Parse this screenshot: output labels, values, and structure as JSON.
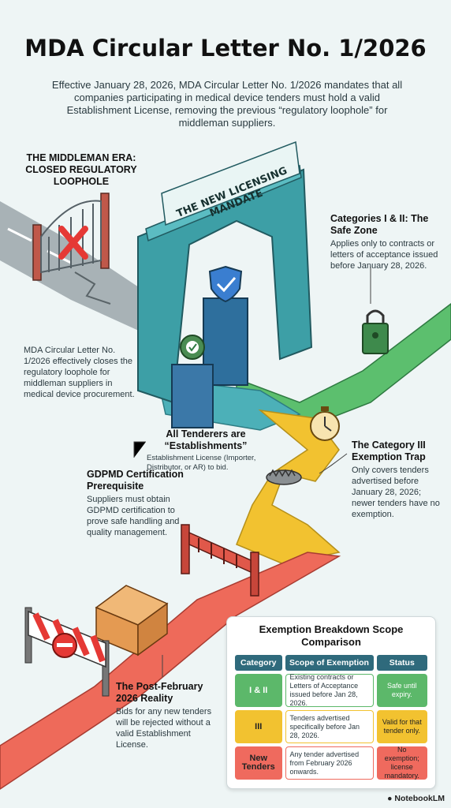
{
  "title": "MDA Circular Letter No. 1/2026",
  "intro": "Effective January 28, 2026, MDA Circular Letter No. 1/2026 mandates that all companies participating in medical device tenders must hold a valid Establishment License, removing the previous “regulatory loophole” for middleman suppliers.",
  "mandate_banner": "THE NEW LICENSING MANDATE",
  "callouts": {
    "middleman_title": "THE MIDDLEMAN ERA: CLOSED REGULATORY LOOPHOLE",
    "middleman_body": "MDA Circular Letter No. 1/2026 effectively closes the regulatory loophole for middleman suppliers in medical device procurement.",
    "safe_title": "Categories I & II: The Safe Zone",
    "safe_body": "Applies only to contracts or letters of acceptance issued before January 28, 2026.",
    "establishments_title": "All Tenderers are “Establishments”",
    "establishments_body": "Establishment License (Importer, Distributor, or AR) to bid.",
    "gdpmd_title": "GDPMD Certification Prerequisite",
    "gdpmd_body": "Suppliers must obtain GDPMD certification to prove safe handling and quality management.",
    "trap_title": "The Category III Exemption Trap",
    "trap_body": "Only covers tenders advertised before January 28, 2026; newer tenders have no exemption.",
    "reality_title": "The Post-February 2026 Reality",
    "reality_body": "Bids for any new tenders will be rejected without a valid Establishment License."
  },
  "table": {
    "title": "Exemption Breakdown Scope Comparison",
    "headers": [
      "Category",
      "Scope of Exemption",
      "Status"
    ],
    "rows": [
      {
        "category": "I & II",
        "scope": "Existing contracts or Letters of Acceptance issued before Jan 28, 2026.",
        "status": "Safe until expiry.",
        "color": "#5cb86a"
      },
      {
        "category": "III",
        "scope": "Tenders advertised specifically before Jan 28, 2026.",
        "status": "Valid for that tender only.",
        "color": "#f2c230"
      },
      {
        "category": "New Tenders",
        "scope": "Any tender advertised from February 2026 onwards.",
        "status": "No exemption; license mandatory.",
        "color": "#ef6a5e"
      }
    ]
  },
  "brand": "NotebookLM",
  "colors": {
    "green_path": "#5cbf6e",
    "yellow_path": "#f2c230",
    "red_path": "#ee6a5a",
    "teal_arch": "#3d9fa6"
  },
  "icons": [
    "shield-check-icon",
    "gear-check-icon",
    "padlock-icon",
    "stopwatch-icon",
    "bear-trap-icon",
    "cardboard-box-icon",
    "no-entry-icon",
    "red-x-icon"
  ]
}
